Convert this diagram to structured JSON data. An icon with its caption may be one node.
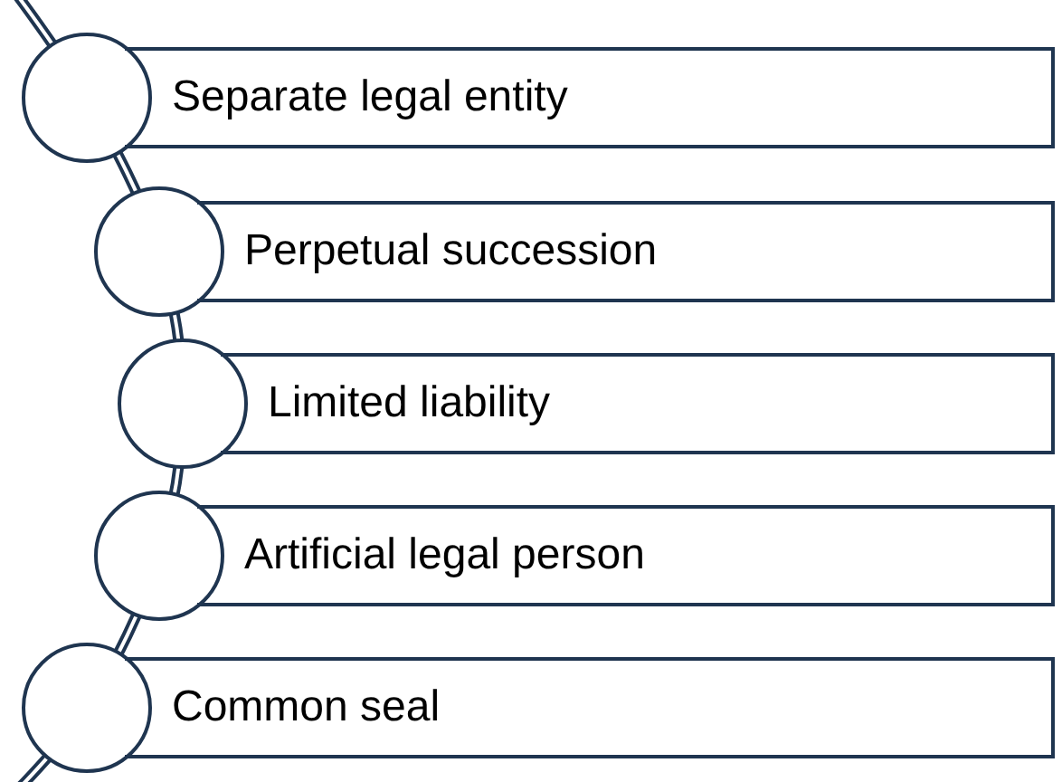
{
  "diagram": {
    "nodes": [
      {
        "text": [],
        "shape": "circle"
      },
      {
        "text": [
          "Separate legal entity"
        ]
      },
      {
        "text": [],
        "shape": "circle"
      },
      {
        "text": [
          "Perpetual succession"
        ]
      },
      {
        "text": [],
        "shape": "circle"
      },
      {
        "text": [
          "Limited liability"
        ]
      },
      {
        "text": [],
        "shape": "circle"
      },
      {
        "text": [
          "Artificial legal person"
        ]
      },
      {
        "text": [],
        "shape": "circle"
      },
      {
        "text": [
          "Common seal"
        ]
      }
    ]
  }
}
